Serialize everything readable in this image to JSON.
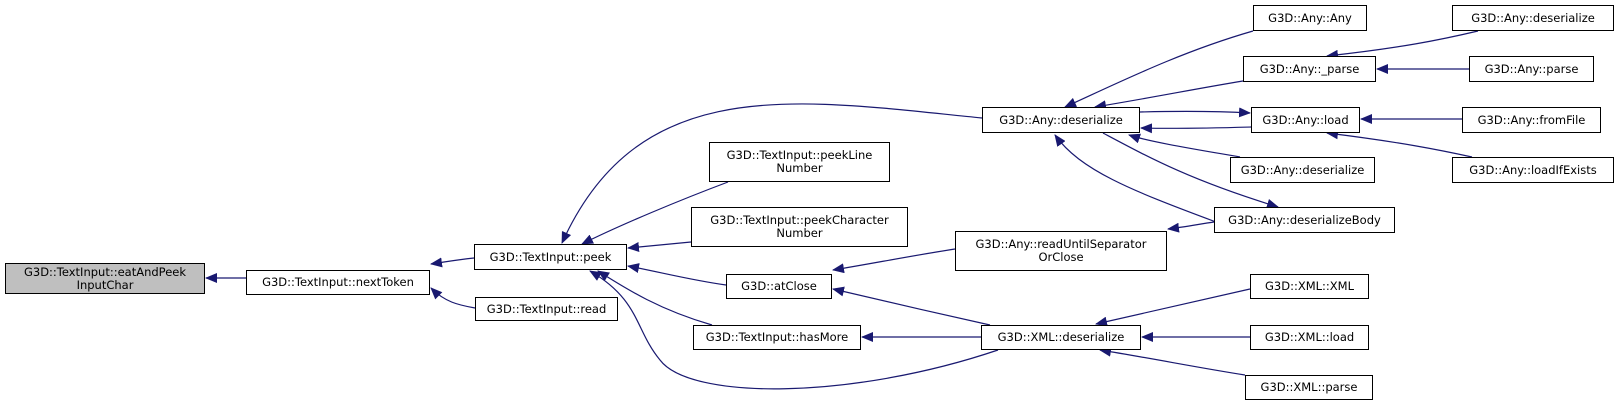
{
  "diagram": {
    "type": "caller-graph",
    "edge_color": "#191970",
    "root_fill": "#bfbfbf",
    "nodes": [
      {
        "id": "eatAndPeekInputChar",
        "lines": [
          "G3D::TextInput::eatAndPeek",
          "InputChar"
        ],
        "root": true
      },
      {
        "id": "nextToken",
        "lines": [
          "G3D::TextInput::nextToken"
        ]
      },
      {
        "id": "peek",
        "lines": [
          "G3D::TextInput::peek"
        ]
      },
      {
        "id": "read",
        "lines": [
          "G3D::TextInput::read"
        ]
      },
      {
        "id": "peekLineNumber",
        "lines": [
          "G3D::TextInput::peekLine",
          "Number"
        ]
      },
      {
        "id": "peekCharacterNumber",
        "lines": [
          "G3D::TextInput::peekCharacter",
          "Number"
        ]
      },
      {
        "id": "atClose",
        "lines": [
          "G3D::atClose"
        ]
      },
      {
        "id": "hasMore",
        "lines": [
          "G3D::TextInput::hasMore"
        ]
      },
      {
        "id": "anyDeserialize",
        "lines": [
          "G3D::Any::deserialize"
        ]
      },
      {
        "id": "readUntilSeparatorOrClose",
        "lines": [
          "G3D::Any::readUntilSeparator",
          "OrClose"
        ]
      },
      {
        "id": "xmlDeserialize",
        "lines": [
          "G3D::XML::deserialize"
        ]
      },
      {
        "id": "anyAny",
        "lines": [
          "G3D::Any::Any"
        ]
      },
      {
        "id": "anyUnderscoreParse",
        "lines": [
          "G3D::Any::_parse"
        ]
      },
      {
        "id": "anyLoad",
        "lines": [
          "G3D::Any::load"
        ]
      },
      {
        "id": "anyDeserialize2",
        "lines": [
          "G3D::Any::deserialize"
        ]
      },
      {
        "id": "anyDeserializeBody",
        "lines": [
          "G3D::Any::deserializeBody"
        ]
      },
      {
        "id": "xmlXML",
        "lines": [
          "G3D::XML::XML"
        ]
      },
      {
        "id": "xmlLoad",
        "lines": [
          "G3D::XML::load"
        ]
      },
      {
        "id": "xmlParse",
        "lines": [
          "G3D::XML::parse"
        ]
      },
      {
        "id": "anyDeserialize3",
        "lines": [
          "G3D::Any::deserialize"
        ]
      },
      {
        "id": "anyParse",
        "lines": [
          "G3D::Any::parse"
        ]
      },
      {
        "id": "anyFromFile",
        "lines": [
          "G3D::Any::fromFile"
        ]
      },
      {
        "id": "anyLoadIfExists",
        "lines": [
          "G3D::Any::loadIfExists"
        ]
      }
    ],
    "edges": [
      {
        "from": "nextToken",
        "to": "eatAndPeekInputChar"
      },
      {
        "from": "peek",
        "to": "nextToken"
      },
      {
        "from": "read",
        "to": "nextToken"
      },
      {
        "from": "anyDeserialize",
        "to": "peek"
      },
      {
        "from": "peekLineNumber",
        "to": "peek"
      },
      {
        "from": "peekCharacterNumber",
        "to": "peek"
      },
      {
        "from": "atClose",
        "to": "peek"
      },
      {
        "from": "hasMore",
        "to": "peek"
      },
      {
        "from": "xmlDeserialize",
        "to": "peek"
      },
      {
        "from": "anyAny",
        "to": "anyDeserialize"
      },
      {
        "from": "anyUnderscoreParse",
        "to": "anyDeserialize"
      },
      {
        "from": "anyLoad",
        "to": "anyDeserialize"
      },
      {
        "from": "anyDeserialize",
        "to": "anyLoad"
      },
      {
        "from": "anyDeserialize2",
        "to": "anyDeserialize"
      },
      {
        "from": "anyDeserializeBody",
        "to": "anyDeserialize"
      },
      {
        "from": "anyDeserialize",
        "to": "anyDeserializeBody"
      },
      {
        "from": "readUntilSeparatorOrClose",
        "to": "atClose"
      },
      {
        "from": "xmlDeserialize",
        "to": "atClose"
      },
      {
        "from": "anyDeserializeBody",
        "to": "readUntilSeparatorOrClose"
      },
      {
        "from": "xmlDeserialize",
        "to": "hasMore"
      },
      {
        "from": "xmlXML",
        "to": "xmlDeserialize"
      },
      {
        "from": "xmlLoad",
        "to": "xmlDeserialize"
      },
      {
        "from": "xmlParse",
        "to": "xmlDeserialize"
      },
      {
        "from": "anyDeserialize3",
        "to": "anyUnderscoreParse"
      },
      {
        "from": "anyParse",
        "to": "anyUnderscoreParse"
      },
      {
        "from": "anyFromFile",
        "to": "anyLoad"
      },
      {
        "from": "anyLoadIfExists",
        "to": "anyLoad"
      }
    ]
  }
}
